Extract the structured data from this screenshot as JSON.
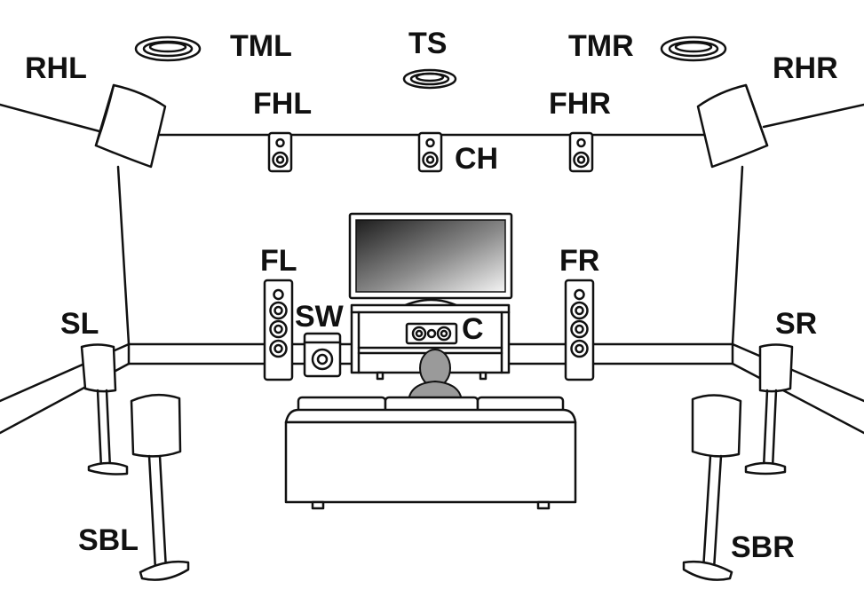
{
  "labels": {
    "rhl": "RHL",
    "tml": "TML",
    "ts": "TS",
    "tmr": "TMR",
    "rhr": "RHR",
    "fhl": "FHL",
    "fhr": "FHR",
    "ch": "CH",
    "fl": "FL",
    "fr": "FR",
    "sw": "SW",
    "c": "C",
    "sl": "SL",
    "sr": "SR",
    "sbl": "SBL",
    "sbr": "SBR"
  },
  "colors": {
    "line": "#111111",
    "screen_dark": "#2a2a2a",
    "screen_light": "#f2f2f2",
    "listener": "#9a9a9a"
  }
}
